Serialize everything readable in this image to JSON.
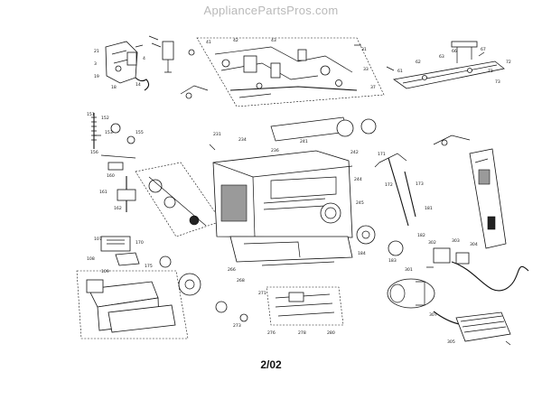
{
  "header": {
    "site_name": "AppliancePartsPros.com"
  },
  "diagram": {
    "page_code": "2/02",
    "subject": "exploded parts view"
  },
  "callouts": {
    "cover_left": [
      "21",
      "3",
      "4",
      "14",
      "18",
      "19"
    ],
    "top_mechanism": [
      "41",
      "42",
      "43",
      "31",
      "33",
      "37"
    ],
    "top_right_plate": [
      "61",
      "62",
      "63",
      "66",
      "67",
      "71",
      "72",
      "73"
    ],
    "left_column": [
      "151",
      "152",
      "153",
      "155",
      "156",
      "160",
      "161",
      "162"
    ],
    "center_body": [
      "231",
      "234",
      "236",
      "241",
      "242",
      "244",
      "245"
    ],
    "right_levers": [
      "171",
      "172",
      "173",
      "181",
      "182",
      "183",
      "184"
    ],
    "lower_left_box": [
      "107",
      "108",
      "109",
      "170",
      "175"
    ],
    "lower_center": [
      "266",
      "268",
      "271",
      "273",
      "276",
      "278",
      "280"
    ],
    "motor_group": [
      "301",
      "302",
      "303",
      "304",
      "305",
      "307"
    ]
  }
}
